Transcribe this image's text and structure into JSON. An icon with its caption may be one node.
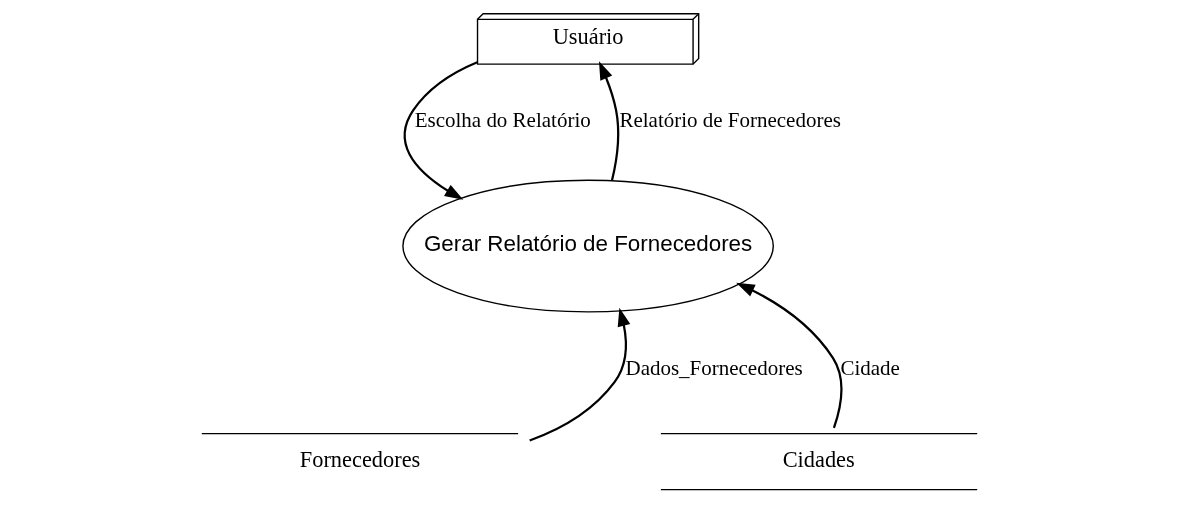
{
  "diagram": {
    "nodes": [
      {
        "text": [
          "Usuário"
        ]
      },
      {
        "text": [
          "Gerar Relatório de Fornecedores"
        ]
      },
      {
        "text": [
          "Fornecedores"
        ]
      },
      {
        "text": [
          "Cidades"
        ]
      }
    ],
    "edges": [
      {
        "from": 0,
        "to": 1,
        "arrow": "to",
        "label": "Escolha do Relatório"
      },
      {
        "from": 1,
        "to": 0,
        "arrow": "to",
        "label": "Relatório de Fornecedores"
      },
      {
        "from": 2,
        "to": 1,
        "arrow": "to",
        "label": "Dados_Fornecedores"
      },
      {
        "from": 3,
        "to": 1,
        "arrow": "to",
        "label": "Cidade"
      }
    ]
  }
}
